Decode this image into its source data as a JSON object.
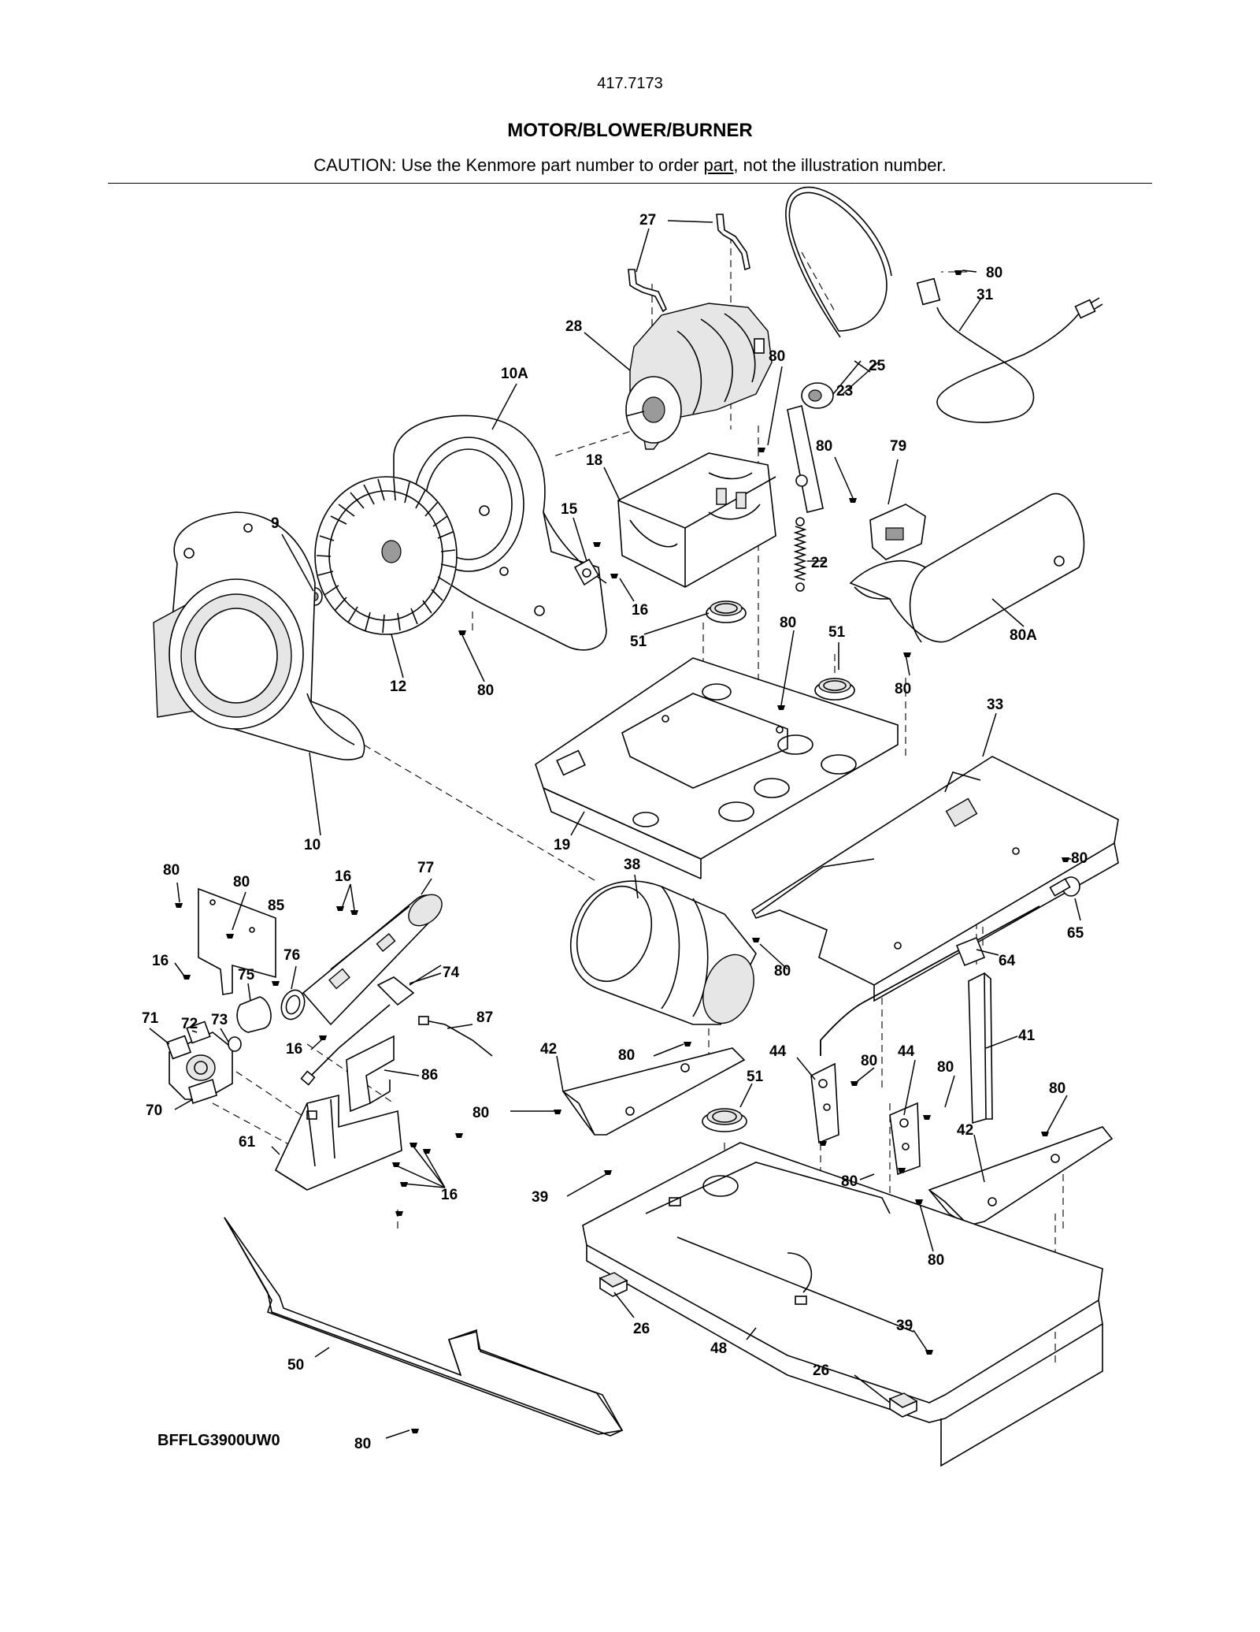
{
  "header": {
    "code": "417.7173",
    "title": "MOTOR/BLOWER/BURNER",
    "caution_before": "CAUTION: Use the Kenmore part number to order ",
    "caution_link": "part",
    "caution_after": ", not the illustration number."
  },
  "footer": {
    "model": "BFFLG3900UW0"
  },
  "callouts": {
    "c27": "27",
    "c80_cord": "80",
    "c31": "31",
    "c28": "28",
    "c80_motor": "80",
    "c25": "25",
    "c23": "23",
    "c10A": "10A",
    "c80_79": "80",
    "c79": "79",
    "c18": "18",
    "c15": "15",
    "c9": "9",
    "c22": "22",
    "c16_a": "16",
    "c51_a": "51",
    "c80_mid": "80",
    "c51_b": "51",
    "c80A": "80A",
    "c12": "12",
    "c80_b": "80",
    "c80_c": "80",
    "c33": "33",
    "c10": "10",
    "c19": "19",
    "c38": "38",
    "c80_d": "80",
    "c80_e": "80",
    "c77": "77",
    "c80_f": "80",
    "c16_b": "16",
    "c85": "85",
    "c65": "65",
    "c16_c": "16",
    "c76": "76",
    "c74": "74",
    "c75": "75",
    "c80_g": "80",
    "c64": "64",
    "c72": "72",
    "c73": "73",
    "c71": "71",
    "c87": "87",
    "c41": "41",
    "c16_d": "16",
    "c42_a": "42",
    "c80_h": "80",
    "c44_a": "44",
    "c44_b": "44",
    "c80_i": "80",
    "c80_j": "80",
    "c86": "86",
    "c80_k": "80",
    "c51_c": "51",
    "c70": "70",
    "c80_l": "80",
    "c42_b": "42",
    "c61": "61",
    "c80_m": "80",
    "c16_e": "16",
    "c39_a": "39",
    "c80_n": "80",
    "c26_a": "26",
    "c39_b": "39",
    "c48": "48",
    "c50": "50",
    "c26_b": "26",
    "c80_o": "80"
  }
}
